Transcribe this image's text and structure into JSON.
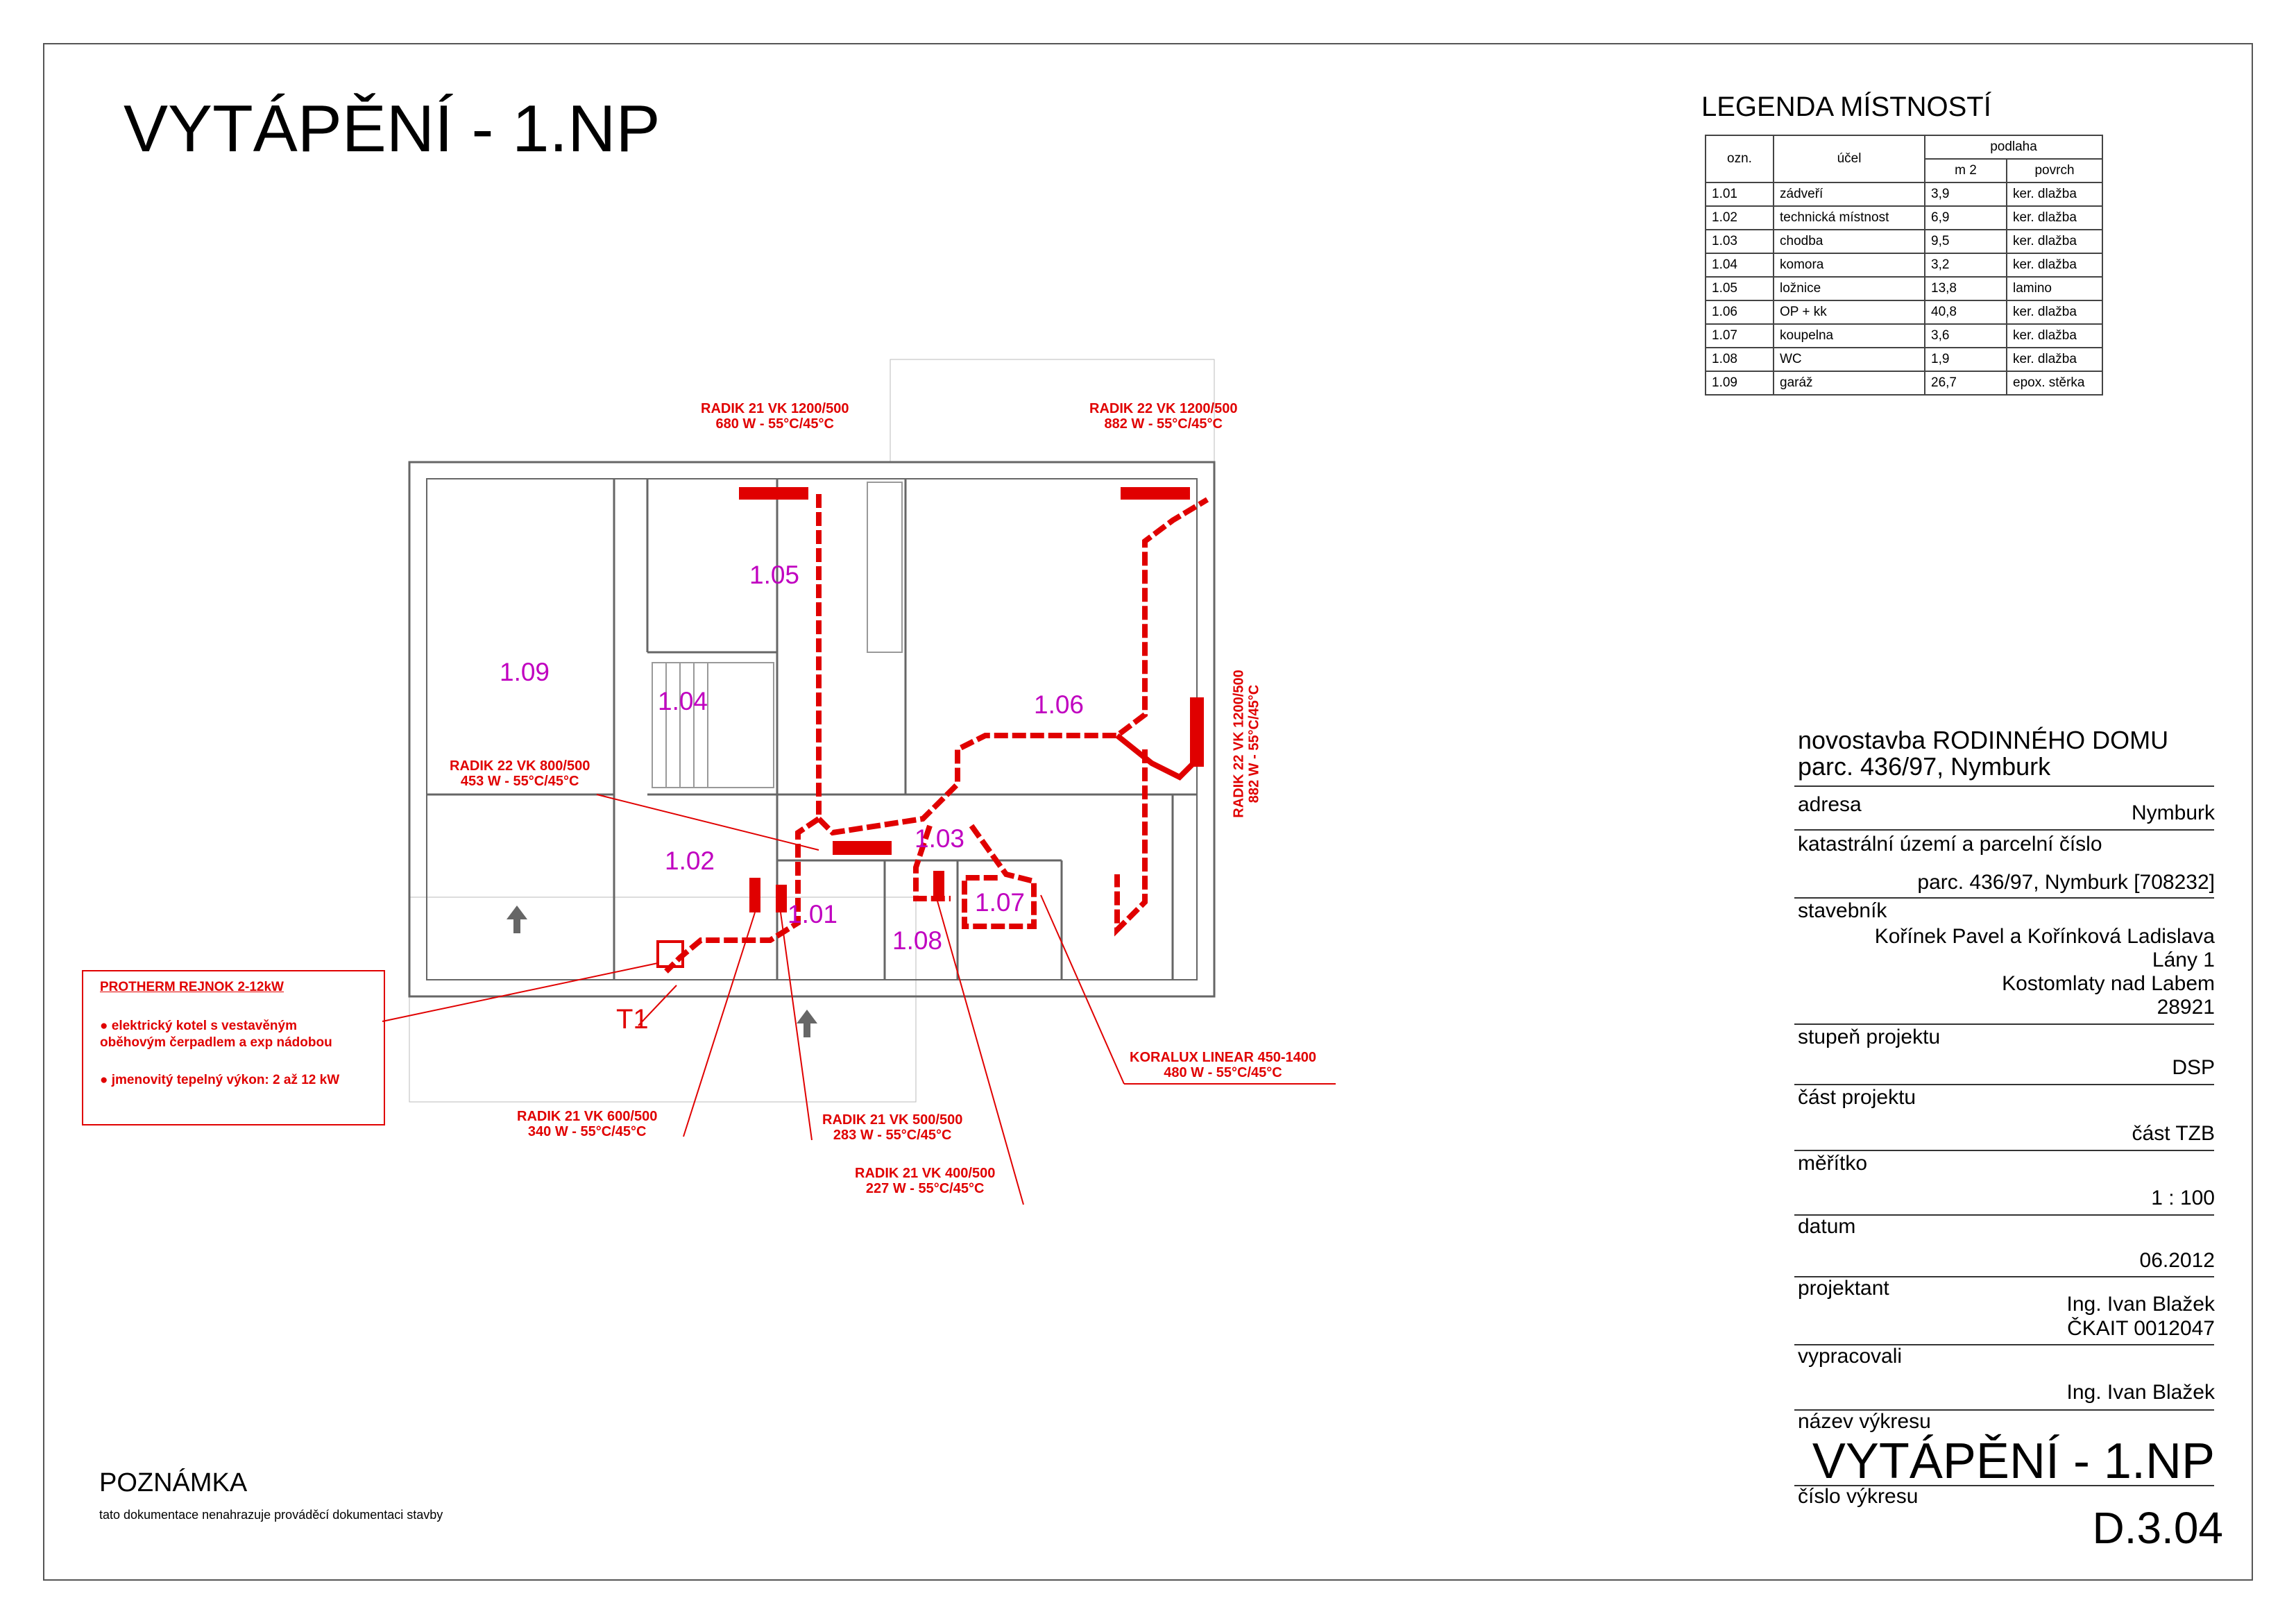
{
  "drawing_title": "VYTÁPĚNÍ - 1.NP",
  "legend": {
    "title": "LEGENDA MÍSTNOSTÍ",
    "headers": {
      "ozn": "ozn.",
      "ucel": "účel",
      "podlaha": "podlaha",
      "m2": "m 2",
      "povrch": "povrch"
    },
    "rows": [
      {
        "ozn": "1.01",
        "ucel": "zádveří",
        "m2": "3,9",
        "povrch": "ker. dlažba"
      },
      {
        "ozn": "1.02",
        "ucel": "technická místnost",
        "m2": "6,9",
        "povrch": "ker. dlažba"
      },
      {
        "ozn": "1.03",
        "ucel": "chodba",
        "m2": "9,5",
        "povrch": "ker. dlažba"
      },
      {
        "ozn": "1.04",
        "ucel": "komora",
        "m2": "3,2",
        "povrch": "ker. dlažba"
      },
      {
        "ozn": "1.05",
        "ucel": "ložnice",
        "m2": "13,8",
        "povrch": "lamino"
      },
      {
        "ozn": "1.06",
        "ucel": "OP + kk",
        "m2": "40,8",
        "povrch": "ker. dlažba"
      },
      {
        "ozn": "1.07",
        "ucel": "koupelna",
        "m2": "3,6",
        "povrch": "ker. dlažba"
      },
      {
        "ozn": "1.08",
        "ucel": "WC",
        "m2": "1,9",
        "povrch": "ker. dlažba"
      },
      {
        "ozn": "1.09",
        "ucel": "garáž",
        "m2": "26,7",
        "povrch": "epox. stěrka"
      }
    ]
  },
  "title_block": {
    "project_title_1": "novostavba RODINNÉHO DOMU",
    "project_title_2": "parc. 436/97, Nymburk",
    "address_label": "adresa",
    "address_value": "Nymburk",
    "cadastre_label": "katastrální území a parcelní číslo",
    "cadastre_value": "parc. 436/97, Nymburk [708232]",
    "builder_label": "stavebník",
    "builder_line1": "Kořínek Pavel a Kořínková Ladislava",
    "builder_line2": "Lány 1",
    "builder_line3": "Kostomlaty nad Labem",
    "builder_line4": "28921",
    "stage_label": "stupeň projektu",
    "stage_value": "DSP",
    "part_label": "část projektu",
    "part_value": "část TZB",
    "scale_label": "měřítko",
    "scale_value": "1 : 100",
    "date_label": "datum",
    "date_value": "06.2012",
    "designer_label": "projektant",
    "designer_line1": "Ing. Ivan Blažek",
    "designer_line2": "ČKAIT 0012047",
    "prepared_label": "vypracovali",
    "prepared_value": "Ing. Ivan Blažek",
    "drawing_name_label": "název výkresu",
    "drawing_name_value": "VYTÁPĚNÍ - 1.NP",
    "drawing_number_label": "číslo výkresu",
    "drawing_number_value": "D.3.04"
  },
  "note": {
    "title": "POZNÁMKA",
    "text": "tato dokumentace nenahrazuje prováděcí dokumentaci stavby"
  },
  "rooms": [
    "1.01",
    "1.02",
    "1.03",
    "1.04",
    "1.05",
    "1.06",
    "1.07",
    "1.08",
    "1.09"
  ],
  "radiators": {
    "r105": {
      "type": "RADIK 21 VK 1200/500",
      "power": "680 W -  55°C/45°C"
    },
    "r106_top": {
      "type": "RADIK 22 VK 1200/500",
      "power": "882 W -  55°C/45°C"
    },
    "r106_side": {
      "type": "RADIK 22 VK 1200/500",
      "power": "882 W -  55°C/45°C"
    },
    "r103": {
      "type": "RADIK 22 VK 800/500",
      "power": "453 W -  55°C/45°C"
    },
    "r102": {
      "type": "RADIK 21 VK 600/500",
      "power": "340 W -  55°C/45°C"
    },
    "r101": {
      "type": "RADIK 21 VK 500/500",
      "power": "283 W -  55°C/45°C"
    },
    "r108": {
      "type": "RADIK 21 VK 400/500",
      "power": "227 W -  55°C/45°C"
    },
    "r107": {
      "type": "KORALUX LINEAR 450-1400",
      "power": "480 W -  55°C/45°C"
    }
  },
  "boiler": {
    "title": "PROTHERM REJNOK 2-12kW",
    "line1": "● elektrický kotel s vestavěným",
    "line2": "oběhovým čerpadlem a exp nádobou",
    "line3": "● jmenovitý tepelný výkon: 2 až 12 kW",
    "tag": "T1"
  },
  "colors": {
    "heating": "#e00000",
    "room_numbers": "#c000c0",
    "walls": "#666666"
  }
}
